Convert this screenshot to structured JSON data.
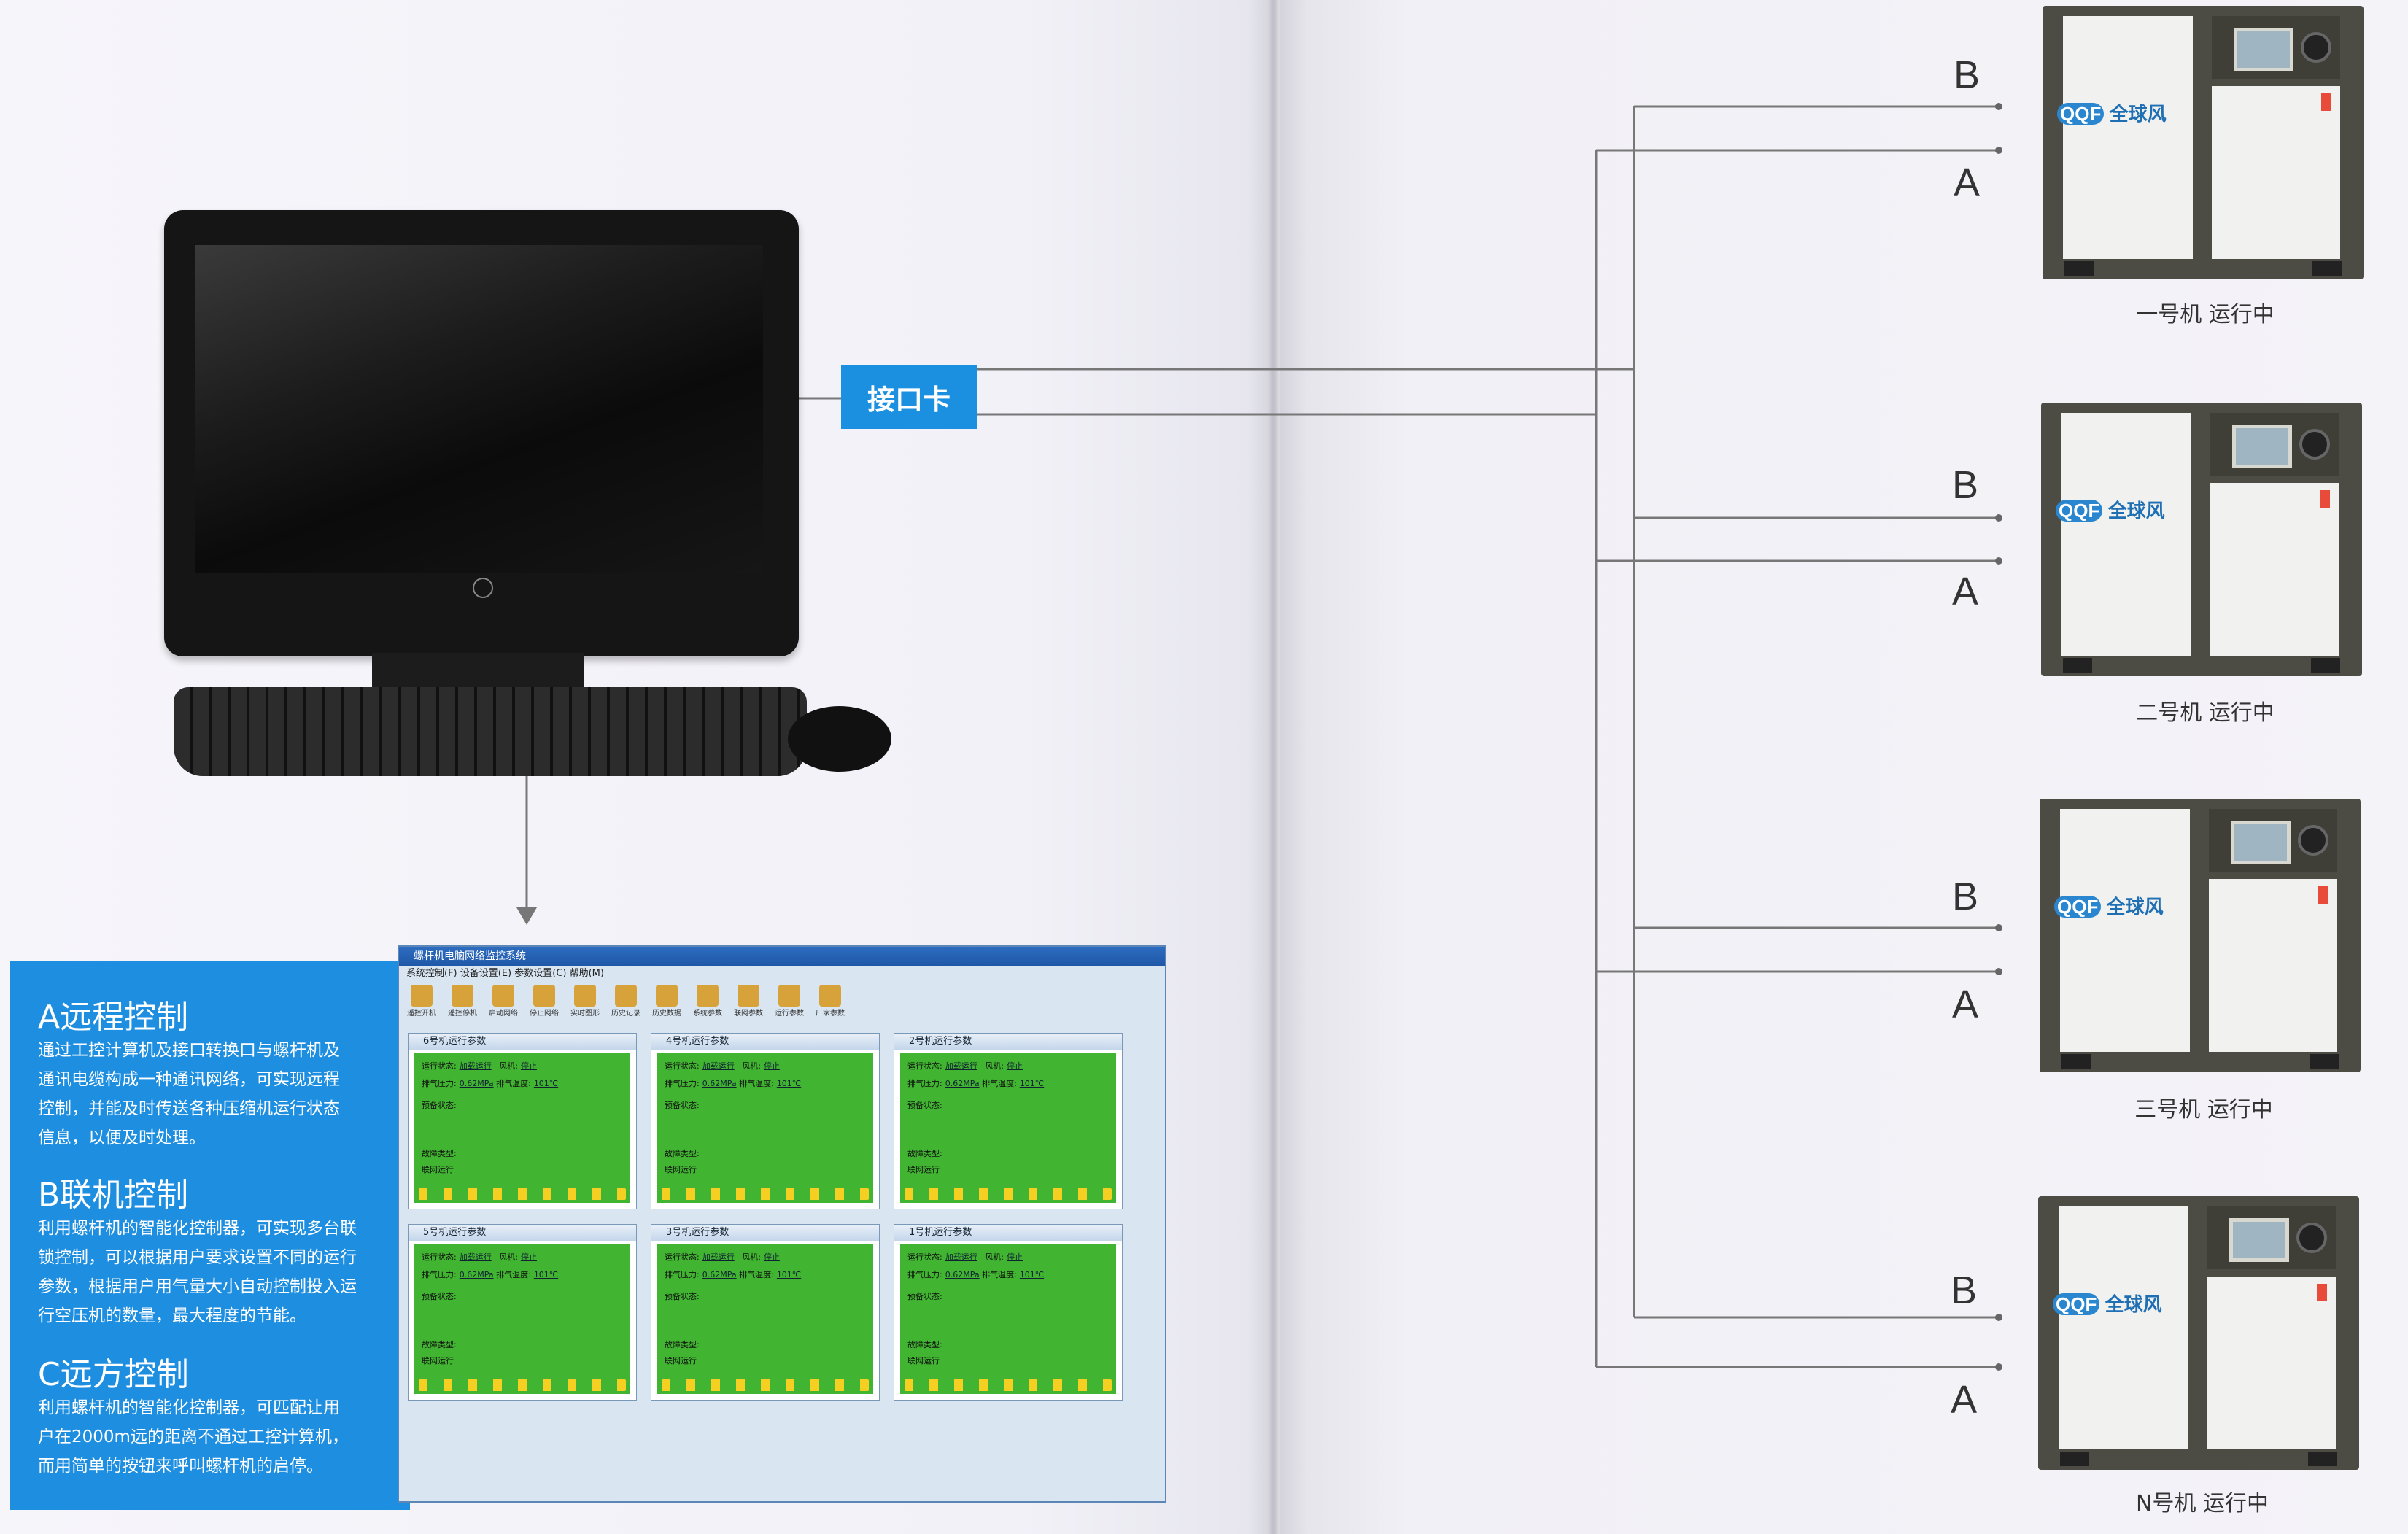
{
  "interface_card": "接口卡",
  "bus_labels": {
    "b": "B",
    "a": "A"
  },
  "compressors": [
    {
      "brand": "全球风",
      "label": "一号机 运行中"
    },
    {
      "brand": "全球风",
      "label": "二号机 运行中"
    },
    {
      "brand": "全球风",
      "label": "三号机 运行中"
    },
    {
      "brand": "全球风",
      "label": "N号机 运行中"
    }
  ],
  "sections": [
    {
      "title": "A远程控制",
      "lines": [
        "通过工控计算机及接口转换口与螺杆机及",
        "通讯电缆构成一种通讯网络，可实现远程",
        "控制，并能及时传送各种压缩机运行状态",
        "信息，以便及时处理。"
      ]
    },
    {
      "title": "B联机控制",
      "lines": [
        "利用螺杆机的智能化控制器，可实现多台联",
        "锁控制，可以根据用户要求设置不同的运行",
        "参数，根据用户用气量大小自动控制投入运",
        "行空压机的数量，最大程度的节能。"
      ]
    },
    {
      "title": "C远方控制",
      "lines": [
        "利用螺杆机的智能化控制器，可匹配让用",
        "户在2000m远的距离不通过工控计算机，",
        "而用简单的按钮来呼叫螺杆机的启停。"
      ]
    }
  ],
  "software": {
    "title": "螺杆机电脑网络监控系统",
    "menu": "系统控制(F)  设备设置(E)  参数设置(C)  帮助(M)",
    "tools": [
      "遥控开机",
      "遥控停机",
      "启动网络",
      "停止网络",
      "实时图形",
      "历史记录",
      "历史数据",
      "系统参数",
      "联网参数",
      "运行参数",
      "厂家参数"
    ],
    "panels": [
      {
        "title": "6号机运行参数",
        "status_label": "运行状态:",
        "status": "加载运行",
        "fan_label": "风机:",
        "fan": "停止",
        "pressure_label": "排气压力:",
        "pressure": "0.62MPa",
        "temp_label": "排气温度:",
        "temp": "101℃",
        "prepare": "预备状态:",
        "fault": "故障类型:",
        "net": "联网运行"
      },
      {
        "title": "4号机运行参数",
        "status_label": "运行状态:",
        "status": "加载运行",
        "fan_label": "风机:",
        "fan": "停止",
        "pressure_label": "排气压力:",
        "pressure": "0.62MPa",
        "temp_label": "排气温度:",
        "temp": "101℃",
        "prepare": "预备状态:",
        "fault": "故障类型:",
        "net": "联网运行"
      },
      {
        "title": "2号机运行参数",
        "status_label": "运行状态:",
        "status": "加载运行",
        "fan_label": "风机:",
        "fan": "停止",
        "pressure_label": "排气压力:",
        "pressure": "0.62MPa",
        "temp_label": "排气温度:",
        "temp": "101℃",
        "prepare": "预备状态:",
        "fault": "故障类型:",
        "net": "联网运行"
      },
      {
        "title": "5号机运行参数",
        "status_label": "运行状态:",
        "status": "加载运行",
        "fan_label": "风机:",
        "fan": "停止",
        "pressure_label": "排气压力:",
        "pressure": "0.62MPa",
        "temp_label": "排气温度:",
        "temp": "101℃",
        "prepare": "预备状态:",
        "fault": "故障类型:",
        "net": "联网运行"
      },
      {
        "title": "3号机运行参数",
        "status_label": "运行状态:",
        "status": "加载运行",
        "fan_label": "风机:",
        "fan": "停止",
        "pressure_label": "排气压力:",
        "pressure": "0.62MPa",
        "temp_label": "排气温度:",
        "temp": "101℃",
        "prepare": "预备状态:",
        "fault": "故障类型:",
        "net": "联网运行"
      },
      {
        "title": "1号机运行参数",
        "status_label": "运行状态:",
        "status": "加载运行",
        "fan_label": "风机:",
        "fan": "停止",
        "pressure_label": "排气压力:",
        "pressure": "0.62MPa",
        "temp_label": "排气温度:",
        "temp": "101℃",
        "prepare": "预备状态:",
        "fault": "故障类型:",
        "net": "联网运行"
      }
    ]
  },
  "colors": {
    "accent_blue": "#1e8ee0",
    "panel_green": "#41b531",
    "compressor_body": "#4c4c44"
  }
}
